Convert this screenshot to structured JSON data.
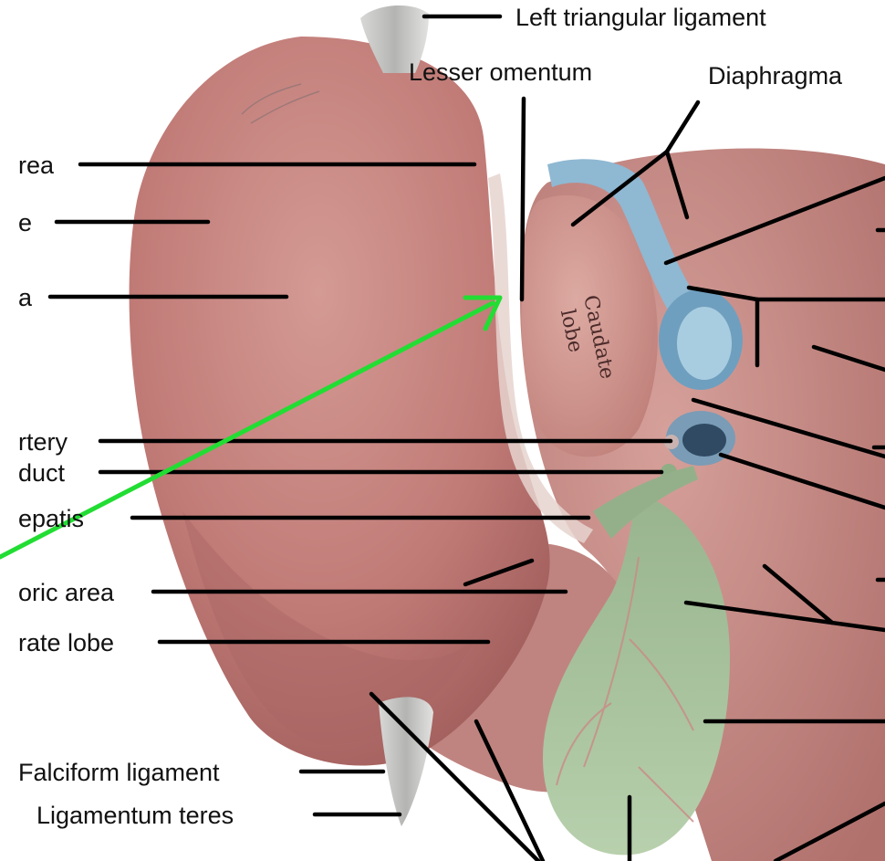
{
  "labels": {
    "left_triangular_ligament": "Left triangular ligament",
    "lesser_omentum": "Lesser omentum",
    "diaphragmatic": "Diaphragma",
    "bare_area": "rea",
    "left_lobe": "e",
    "gastric_area": "a",
    "hepatic_artery": "rtery",
    "bile_duct": "duct",
    "porta_hepatis": "epatis",
    "pyloric_area": "oric area",
    "quadrate_lobe": "rate lobe",
    "falciform_ligament": "Falciform ligament",
    "ligamentum_teres": "Ligamentum teres"
  },
  "in_image_text": {
    "caudate": "Caudate",
    "lobe": "lobe"
  },
  "colors": {
    "liver": "#c98580",
    "vein": "#8fb8d2",
    "gallbladder": "#a4bf9a",
    "pointer_arrow": "#22dd33"
  }
}
